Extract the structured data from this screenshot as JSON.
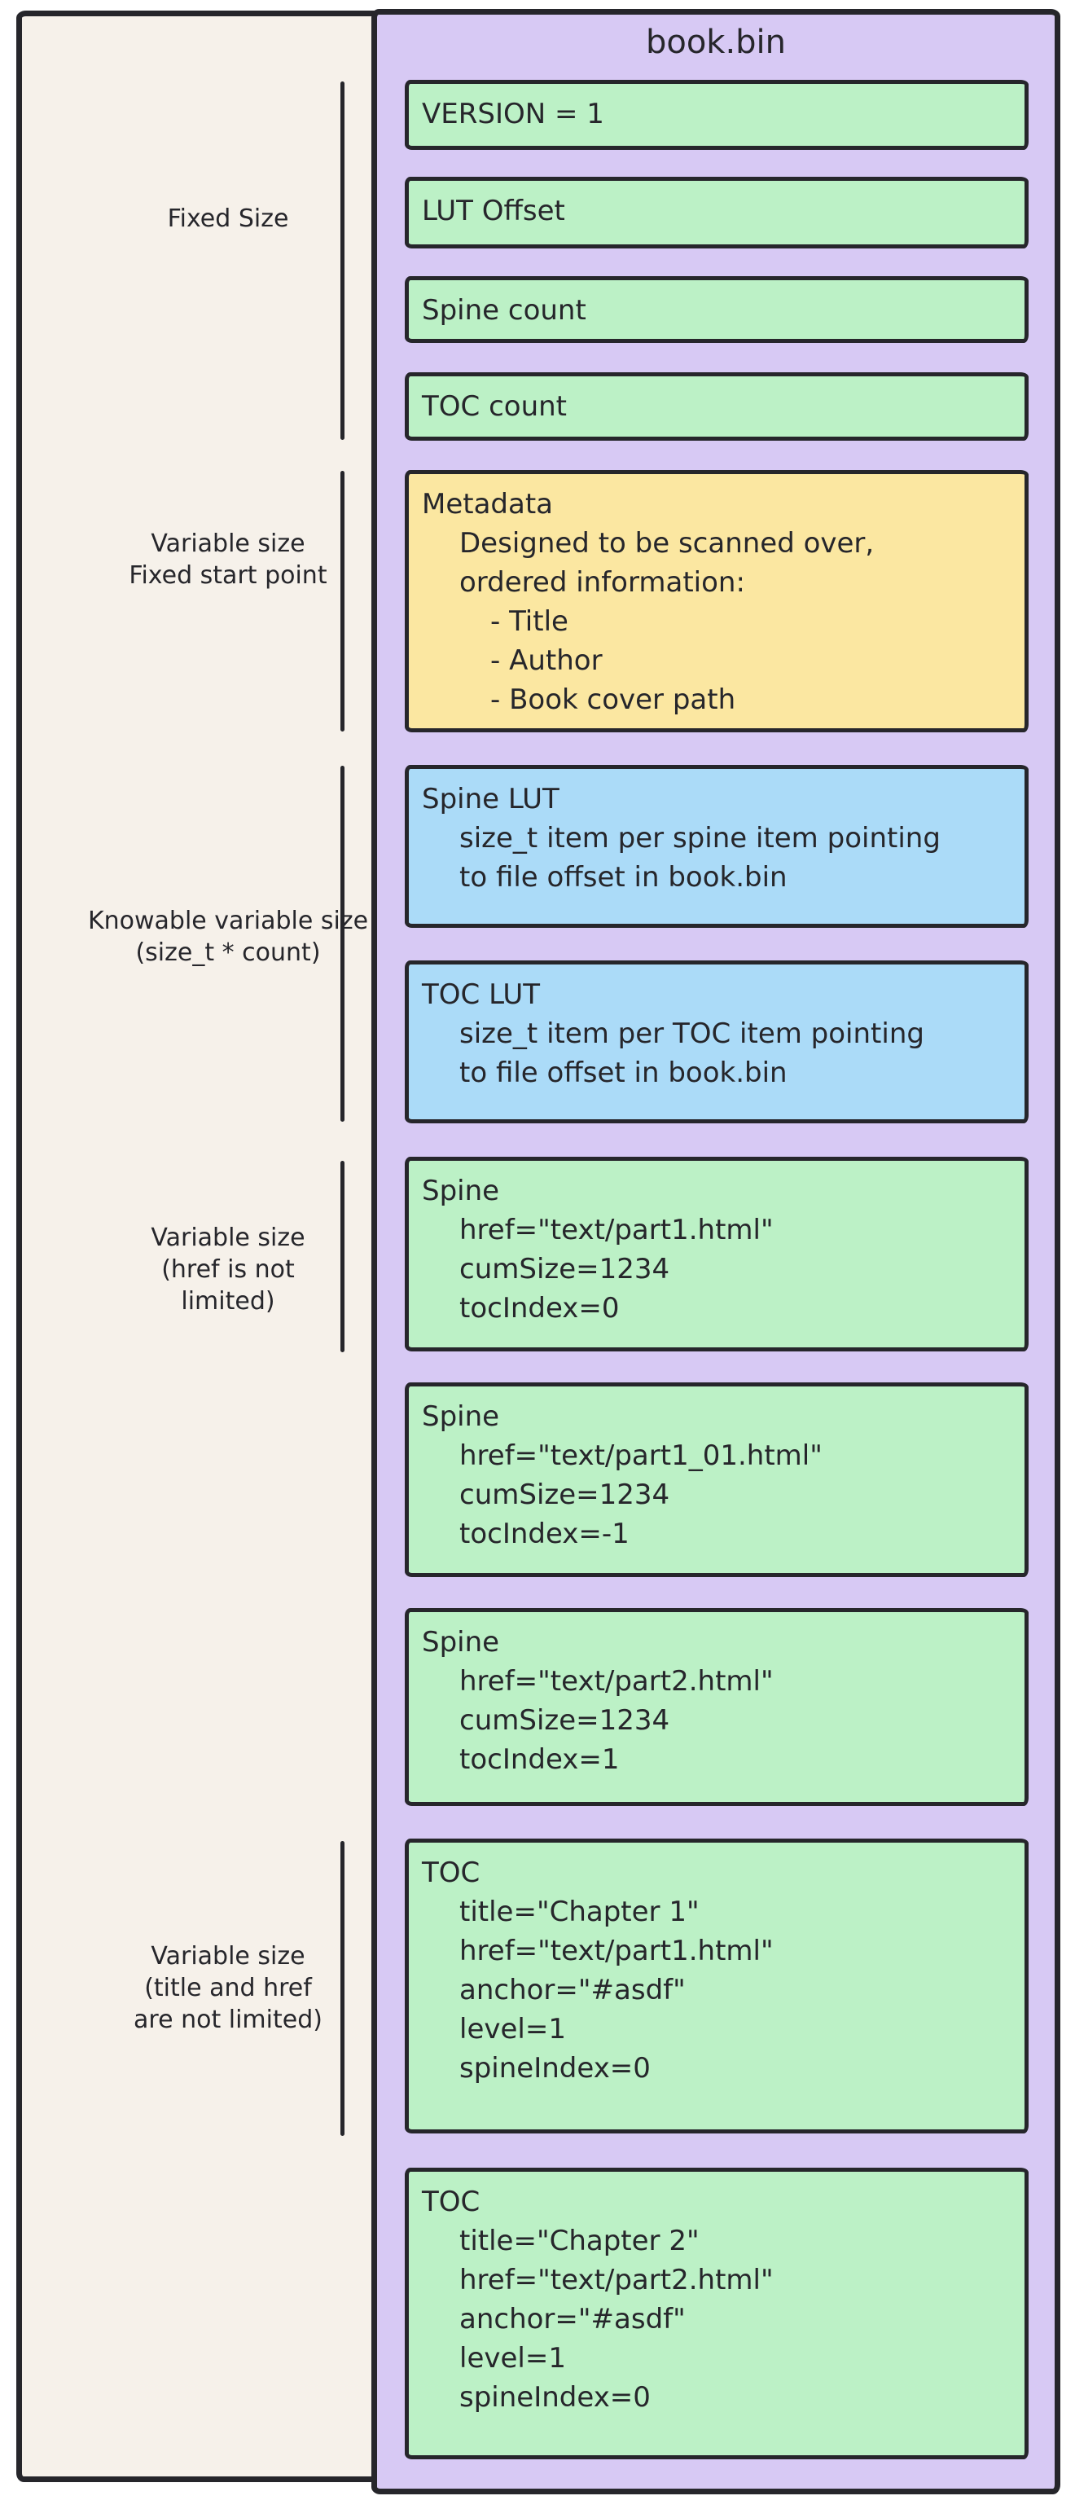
{
  "diagram": {
    "file_title": "book.bin",
    "colors": {
      "sheet_background": "#f6f1ea",
      "panel_purple": "#d7c9f4",
      "box_green": "#bcf1c6",
      "box_yellow": "#fbe7a1",
      "box_blue": "#abdbf8",
      "ink": "#26262b"
    },
    "section_labels": [
      {
        "lines": [
          "Fixed Size"
        ]
      },
      {
        "lines": [
          "Variable size",
          "Fixed start point"
        ]
      },
      {
        "lines": [
          "Knowable variable size",
          "(size_t * count)"
        ]
      },
      {
        "lines": [
          "Variable size",
          "(href is not",
          "limited)"
        ]
      },
      {
        "lines": [
          "Variable size",
          "(title and href",
          "are not limited)"
        ]
      }
    ],
    "boxes": [
      {
        "color": "green",
        "lines": [
          "VERSION = 1"
        ]
      },
      {
        "color": "green",
        "lines": [
          "LUT Offset"
        ]
      },
      {
        "color": "green",
        "lines": [
          "Spine count"
        ]
      },
      {
        "color": "green",
        "lines": [
          "TOC count"
        ]
      },
      {
        "color": "yellow",
        "lines": [
          "Metadata",
          "Designed to be scanned over,",
          "ordered information:",
          "- Title",
          "- Author",
          "- Book cover path"
        ]
      },
      {
        "color": "blue",
        "lines": [
          "Spine LUT",
          "size_t item per spine item pointing",
          "to file offset in book.bin"
        ]
      },
      {
        "color": "blue",
        "lines": [
          "TOC LUT",
          "size_t item per TOC item pointing",
          "to file offset in book.bin"
        ]
      },
      {
        "color": "green",
        "lines": [
          "Spine",
          "href=\"text/part1.html\"",
          "cumSize=1234",
          "tocIndex=0"
        ]
      },
      {
        "color": "green",
        "lines": [
          "Spine",
          "href=\"text/part1_01.html\"",
          "cumSize=1234",
          "tocIndex=-1"
        ]
      },
      {
        "color": "green",
        "lines": [
          "Spine",
          "href=\"text/part2.html\"",
          "cumSize=1234",
          "tocIndex=1"
        ]
      },
      {
        "color": "green",
        "lines": [
          "TOC",
          "title=\"Chapter 1\"",
          "href=\"text/part1.html\"",
          "anchor=\"#asdf\"",
          "level=1",
          "spineIndex=0"
        ]
      },
      {
        "color": "green",
        "lines": [
          "TOC",
          "title=\"Chapter 2\"",
          "href=\"text/part2.html\"",
          "anchor=\"#asdf\"",
          "level=1",
          "spineIndex=0"
        ]
      }
    ]
  }
}
